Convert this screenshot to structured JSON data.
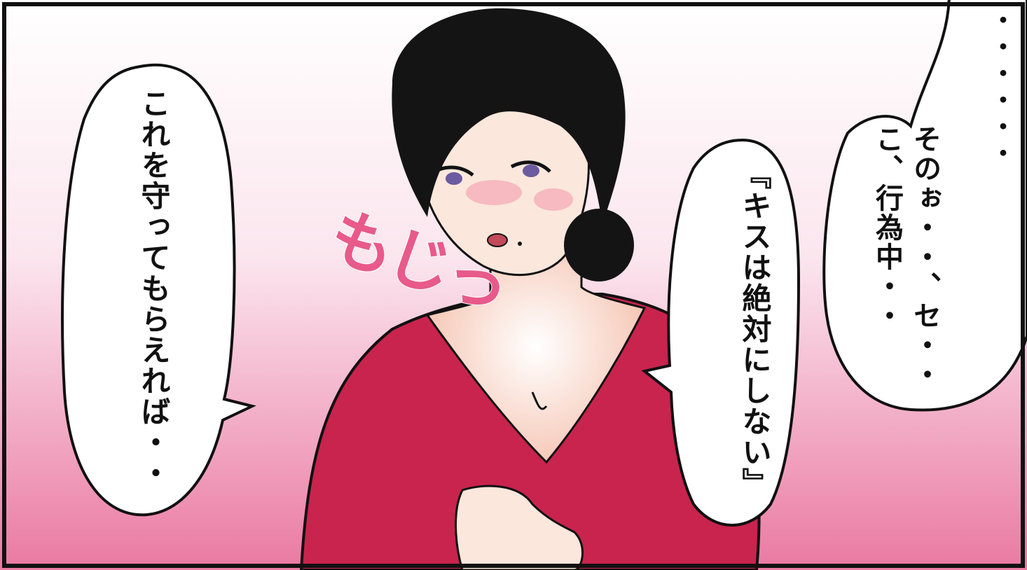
{
  "colors": {
    "background_top": "#ffffff",
    "background_bottom": "#ea79a2",
    "sweater": "#c8244e",
    "hair": "#141414",
    "skin": "#fbe7dc",
    "sfx_pink": "#e85a8a",
    "border": "#111111"
  },
  "dialogue": {
    "bubble_right_top": {
      "text": "・・・・・・"
    },
    "bubble_right_mid": {
      "line1": "そのぉ・・、セ・・",
      "line2": "こ、行為中・・"
    },
    "bubble_center": {
      "text": "『キスは絶対にしない』"
    },
    "bubble_left": {
      "text": "これを守ってもらえれば・・"
    }
  },
  "sfx": {
    "text": "もじっ"
  }
}
